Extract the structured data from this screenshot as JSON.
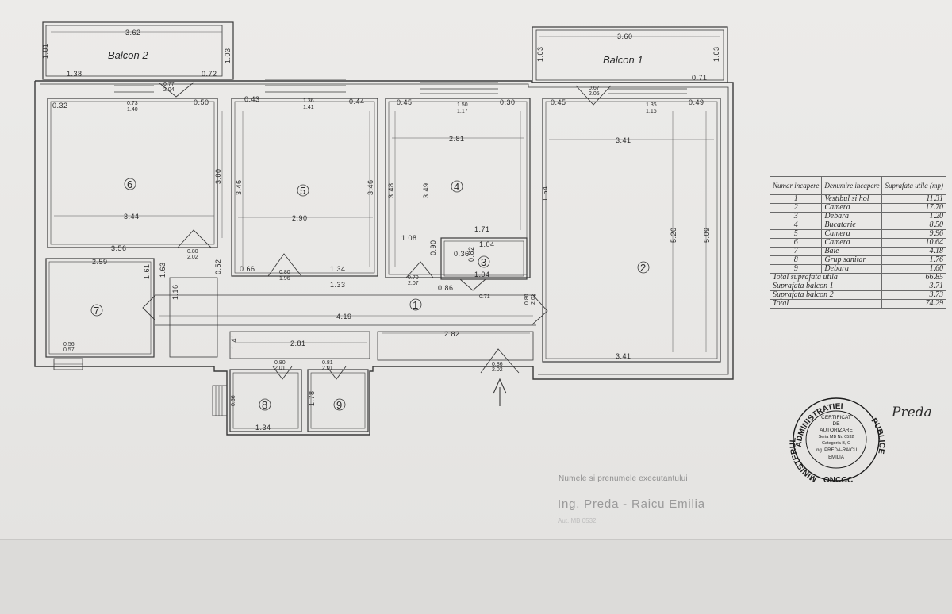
{
  "balconies": {
    "balcon_1": "Balcon 1",
    "balcon_2": "Balcon 2"
  },
  "rooms": {
    "r1": "1",
    "r2": "2",
    "r3": "3",
    "r4": "4",
    "r5": "5",
    "r6": "6",
    "r7": "7",
    "r8": "8",
    "r9": "9"
  },
  "dims": {
    "balcon2_w": "3.62",
    "balcon2_h_left": "1.01",
    "balcon2_h_right": "1.03",
    "balcon2_b1": "1.38",
    "balcon2_b2": "0.72",
    "balcon1_w": "3.60",
    "balcon1_h_left": "1.03",
    "balcon1_h_right": "1.03",
    "balcon1_b2": "0.71",
    "door_b2_a": "0.77",
    "door_b2_b": "2.04",
    "door_b1_a": "0.67",
    "door_b1_b": "2.05",
    "r6_top_l": "0.32",
    "r6_top_win_a": "0.73",
    "r6_top_win_b": "1.40",
    "r6_top_r": "0.50",
    "r6_h": "3.00",
    "r6_w": "3.44",
    "r6_bottom": "3.56",
    "r5_top_l": "0.43",
    "r5_win_a": "1.36",
    "r5_win_b": "1.41",
    "r5_top_r": "0.44",
    "r5_h_l": "3.46",
    "r5_h_r": "3.46",
    "r5_w": "2.90",
    "r5_b_l": "0.66",
    "r5_b_r": "1.34",
    "r5_b2": "1.33",
    "r5_door_a": "0.80",
    "r5_door_b": "1.96",
    "r4_top_l": "0.45",
    "r4_win_a": "1.50",
    "r4_win_b": "1.17",
    "r4_top_r": "0.30",
    "r4_w": "2.81",
    "r4_h_l": "3.48",
    "r4_h_r": "3.49",
    "r4_b": "1.71",
    "r4_w2": "1.08",
    "r4_s": "0.90",
    "r4_door_a": "0.70",
    "r4_door_b": "2.07",
    "r3_top": "1.04",
    "r3_a": "0.82",
    "r3_b": "0.36",
    "r3_w": "1.04",
    "r3_door_a": "0.71",
    "r1_a": "0.86",
    "r2_top_l": "0.45",
    "r2_win_a": "1.36",
    "r2_win_b": "1.16",
    "r2_top_r": "0.49",
    "r2_w": "3.41",
    "r2_h": "5.20",
    "r2_h2": "5.09",
    "r2_b": "3.41",
    "r2_l": "1.64",
    "r2_door_a": "0.80",
    "r2_door_b": "2.01",
    "r7_w": "2.59",
    "r7_h": "1.61",
    "r7_h2": "1.63",
    "r7_door_a": "0.80",
    "r7_door_b": "2.02",
    "r7_b_a": "0.56",
    "r7_b_b": "0.57",
    "hall_w": "4.19",
    "hall_h": "0.52",
    "hall_h2": "1.16",
    "hall_w2": "2.81",
    "hall_w3": "2.82",
    "hall_r": "1.41",
    "entry_a": "0.86",
    "entry_b": "2.02",
    "r8_door_a": "0.80",
    "r8_door_b": "2.01",
    "r8_w": "1.34",
    "r9_door_a": "0.81",
    "r9_door_b": "2.01",
    "r9_h": "1.78",
    "r8_h": "0.56"
  },
  "table": {
    "headers": [
      "Numar incapere",
      "Denumire incapere",
      "Suprafata utila (mp)"
    ],
    "rows": [
      {
        "nr": "1",
        "name": "Vestibul si hol",
        "area": "11.31"
      },
      {
        "nr": "2",
        "name": "Camera",
        "area": "17.70"
      },
      {
        "nr": "3",
        "name": "Debara",
        "area": "1.20"
      },
      {
        "nr": "4",
        "name": "Bucatarie",
        "area": "8.50"
      },
      {
        "nr": "5",
        "name": "Camera",
        "area": "9.96"
      },
      {
        "nr": "6",
        "name": "Camera",
        "area": "10.64"
      },
      {
        "nr": "7",
        "name": "Baie",
        "area": "4.18"
      },
      {
        "nr": "8",
        "name": "Grup sanitar",
        "area": "1.76"
      },
      {
        "nr": "9",
        "name": "Debara",
        "area": "1.60"
      }
    ],
    "totals": [
      {
        "label": "Total suprafata utila",
        "value": "66.85"
      },
      {
        "label": "Suprafata balcon 1",
        "value": "3.71"
      },
      {
        "label": "Suprafata balcon 2",
        "value": "3.73"
      },
      {
        "label": "Total",
        "value": "74.29"
      }
    ]
  },
  "stamp": {
    "ring_left": "MINISTERUL",
    "ring_top": "ADMINISTRATIEI",
    "ring_right": "PUBLICE",
    "ring_bottom": "ONCGC",
    "line1": "CERTIFICAT",
    "line2": "DE",
    "line3": "AUTORIZARE",
    "line4": "Seria MB Nr. 0532",
    "line5": "Categoria B, C",
    "line6": "Ing. PREDA-RAICU",
    "line7": "EMILIA"
  },
  "signature": "Preda",
  "executant": {
    "label": "Numele si prenumele executantului",
    "name": "Ing. Preda - Raicu Emilia",
    "sub": "Aut. MB 0532"
  }
}
